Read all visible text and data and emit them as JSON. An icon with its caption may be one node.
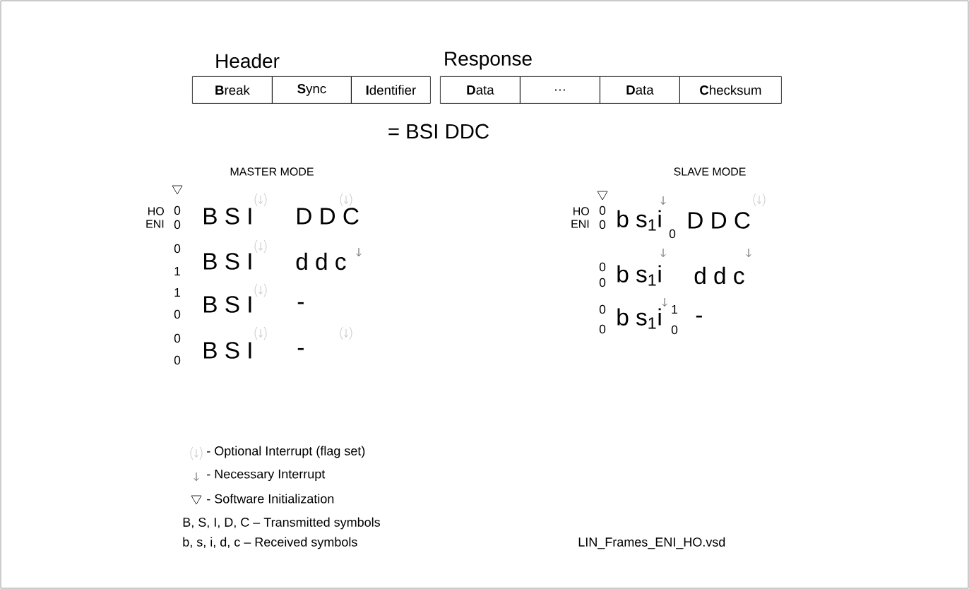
{
  "diagram": {
    "nodes": [
      {
        "text": [
          "**B**reak"
        ]
      },
      {
        "text": [
          "**S**ync"
        ]
      },
      {
        "text": [
          "**I**dentifier"
        ]
      },
      {
        "text": [
          "**D**ata"
        ]
      },
      {
        "text": [
          "…"
        ]
      },
      {
        "text": [
          "**D**ata"
        ]
      },
      {
        "text": [
          "**C**hecksum"
        ]
      }
    ],
    "labels": [
      "Header",
      "Response",
      "= BSI DDC",
      "MASTER MODE",
      "SLAVE MODE",
      "HO",
      "ENI",
      "0",
      "0",
      "B S I",
      "D D C",
      "0",
      "1",
      "B S I",
      "d d c",
      "1",
      "0",
      "B S I",
      "-",
      "0",
      "0",
      "B S I",
      "-",
      "HO",
      "ENI",
      "0",
      "0",
      "b s$_{1}$i",
      "0",
      "D D C",
      "0",
      "0",
      "b s$_{1}$i",
      "d d c",
      "0",
      "0",
      "b s$_{1}$i",
      "1",
      "0",
      "-",
      "B, S, I, D, C – Transmitted symbols",
      "b, s, i, d, c – Received symbols",
      "LIN_Frames_ENI_HO.vsd"
    ],
    "legend": [
      {
        "text": "- Optional Interrupt (flag set)"
      },
      {
        "text": "- Necessary Interrupt"
      },
      {
        "text": "- Software Initialization"
      }
    ]
  }
}
